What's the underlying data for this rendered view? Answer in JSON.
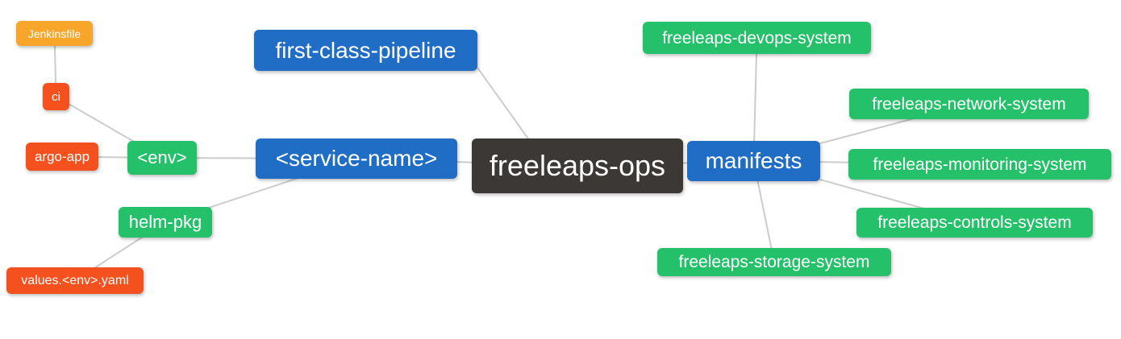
{
  "palette": {
    "root": "#3b3836",
    "blue": "#1f6dc4",
    "green": "#25c16a",
    "red": "#f4511e",
    "orange": "#f7a62a",
    "edge": "#cccccc",
    "text": "#ffffff"
  },
  "diagram": {
    "nodes": [
      {
        "id": "jenkinsfile",
        "label": "Jenkinsfile"
      },
      {
        "id": "ci",
        "label": "ci"
      },
      {
        "id": "argo-app",
        "label": "argo-app"
      },
      {
        "id": "env",
        "label": "<env>"
      },
      {
        "id": "helm-pkg",
        "label": "helm-pkg"
      },
      {
        "id": "values-env-yaml",
        "label": "values.<env>.yaml"
      },
      {
        "id": "first-class-pipeline",
        "label": "first-class-pipeline"
      },
      {
        "id": "service-name",
        "label": "<service-name>"
      },
      {
        "id": "freeleaps-ops",
        "label": "freeleaps-ops"
      },
      {
        "id": "manifests",
        "label": "manifests"
      },
      {
        "id": "freeleaps-devops-system",
        "label": "freeleaps-devops-system"
      },
      {
        "id": "freeleaps-network-system",
        "label": "freeleaps-network-system"
      },
      {
        "id": "freeleaps-monitoring-system",
        "label": "freeleaps-monitoring-system"
      },
      {
        "id": "freeleaps-controls-system",
        "label": "freeleaps-controls-system"
      },
      {
        "id": "freeleaps-storage-system",
        "label": "freeleaps-storage-system"
      }
    ],
    "edges": [
      {
        "from": "jenkinsfile",
        "to": "ci"
      },
      {
        "from": "ci",
        "to": "env"
      },
      {
        "from": "argo-app",
        "to": "env"
      },
      {
        "from": "env",
        "to": "service-name"
      },
      {
        "from": "helm-pkg",
        "to": "service-name"
      },
      {
        "from": "values-env-yaml",
        "to": "helm-pkg"
      },
      {
        "from": "first-class-pipeline",
        "to": "freeleaps-ops",
        "fromAnchor": [
          1.0,
          0.92
        ],
        "toAnchor": [
          0.27,
          0.02
        ]
      },
      {
        "from": "service-name",
        "to": "freeleaps-ops"
      },
      {
        "from": "freeleaps-ops",
        "to": "manifests"
      },
      {
        "from": "manifests",
        "to": "freeleaps-devops-system"
      },
      {
        "from": "manifests",
        "to": "freeleaps-network-system"
      },
      {
        "from": "manifests",
        "to": "freeleaps-monitoring-system"
      },
      {
        "from": "manifests",
        "to": "freeleaps-controls-system"
      },
      {
        "from": "manifests",
        "to": "freeleaps-storage-system"
      }
    ]
  }
}
